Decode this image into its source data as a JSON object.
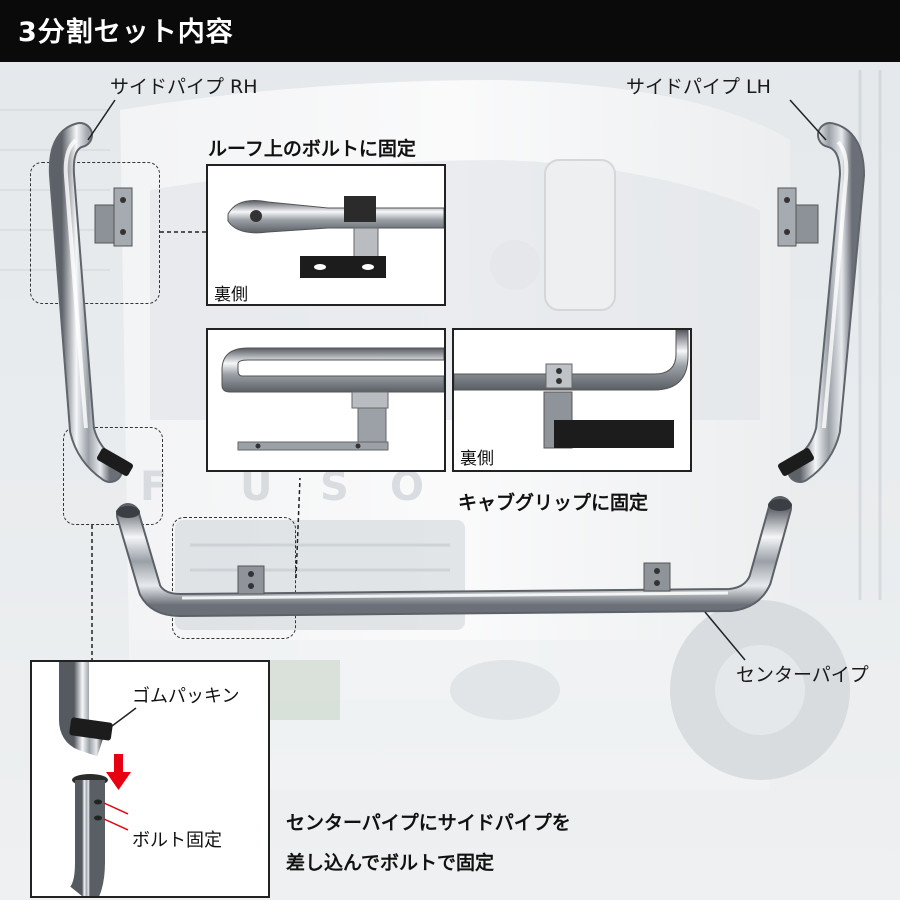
{
  "header": {
    "title": "3分割セット内容"
  },
  "labels": {
    "side_pipe_rh": "サイドパイプ RH",
    "side_pipe_lh": "サイドパイプ LH",
    "center_pipe": "センターパイプ",
    "cab_grip_fix": "キャブグリップに固定",
    "roof_bolt_fix": "ルーフ上のボルトに固定",
    "back_side_1": "裏側",
    "back_side_2": "裏側",
    "rubber_packing": "ゴムパッキン",
    "bolt_fix": "ボルト固定",
    "instruction_line1": "センターパイプにサイドパイプを",
    "instruction_line2": "差し込んでボルトで固定"
  },
  "colors": {
    "header_bg": "#0a0a0a",
    "arrow_red": "#e60012",
    "chrome_light": "#f4f6f8",
    "chrome_dark": "#6b7078"
  }
}
